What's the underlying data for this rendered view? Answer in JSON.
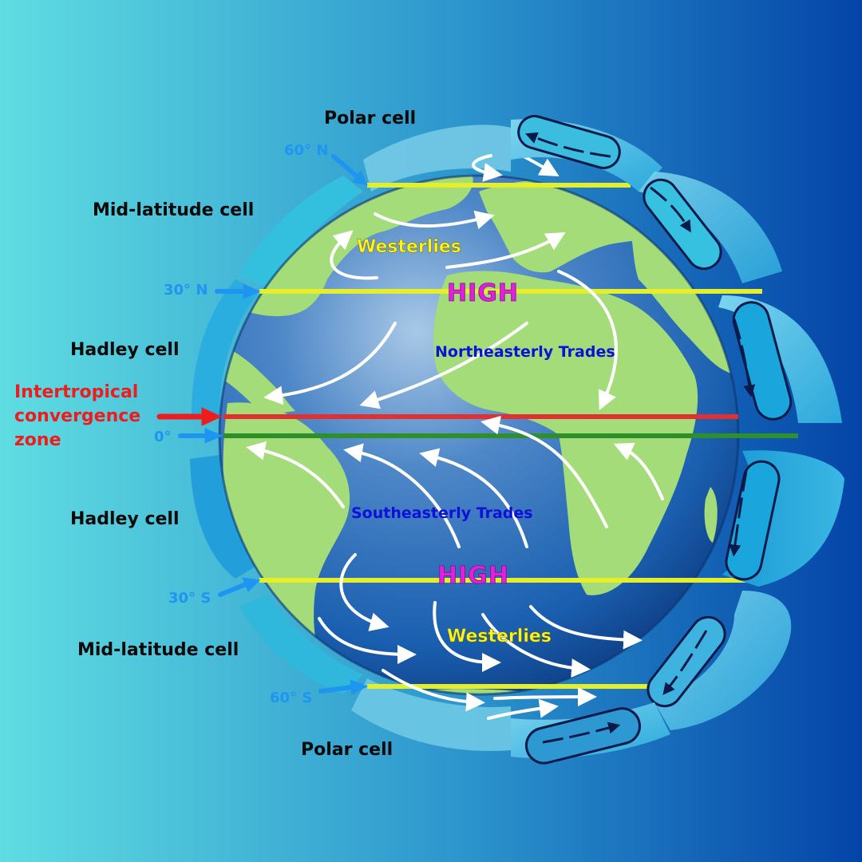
{
  "colors": {
    "background_left": "#5fdde2",
    "background_right": "#0444a8",
    "ocean": "#1a5fb0",
    "land": "#a4dc7a",
    "latitude_line": "#e4ee2a",
    "itcz_line": "#e23030",
    "equator_line": "#2f8f2a",
    "wind_arrow": "#ffffff",
    "cell_tube": "#3cbde3"
  },
  "cells": {
    "polar_north": "Polar cell",
    "midlat_north": "Mid-latitude cell",
    "hadley_north": "Hadley cell",
    "hadley_south": "Hadley cell",
    "midlat_south": "Mid-latitude cell",
    "polar_south": "Polar cell"
  },
  "latitudes": {
    "n60": "60° N",
    "n30": "30° N",
    "eq": "0°",
    "s30": "30° S",
    "s60": "60° S"
  },
  "itcz": "Intertropical convergence zone",
  "pressure": {
    "north": "HIGH",
    "south": "HIGH"
  },
  "winds": {
    "westerlies_north": "Westerlies",
    "northeasterly_trades": "Northeasterly Trades",
    "southeasterly_trades": "Southeasterly Trades",
    "westerlies_south": "Westerlies"
  }
}
